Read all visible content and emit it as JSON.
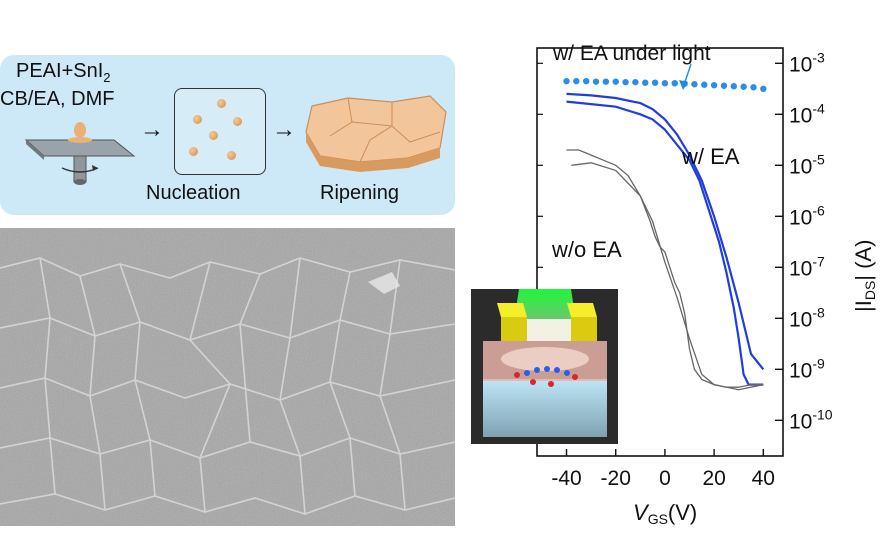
{
  "schematic": {
    "precursor_label": "PEAI+SnI",
    "precursor_subscript": "2",
    "solvent_label": "CB/EA, DMF",
    "nucleation_label": "Nucleation",
    "ripening_label": "Ripening",
    "arrow_glyph": "→"
  },
  "colors": {
    "with_ea": "#1f3de0",
    "light": "#2b8de8",
    "without_ea": "#666666",
    "schematic_bg": "#cde8f6"
  },
  "chart_data": {
    "type": "line",
    "xlabel_main": "V",
    "xlabel_sub": "GS",
    "xlabel_unit": "(V)",
    "ylabel_main": "|I",
    "ylabel_sub": "DS",
    "ylabel_unit": "| (A)",
    "x_ticks": [
      -40,
      -20,
      0,
      20,
      40
    ],
    "y_ticks": [
      {
        "base": "10",
        "exp": "-3",
        "value": -3
      },
      {
        "base": "10",
        "exp": "-4",
        "value": -4
      },
      {
        "base": "10",
        "exp": "-5",
        "value": -5
      },
      {
        "base": "10",
        "exp": "-6",
        "value": -6
      },
      {
        "base": "10",
        "exp": "-7",
        "value": -7
      },
      {
        "base": "10",
        "exp": "-8",
        "value": -8
      },
      {
        "base": "10",
        "exp": "-9",
        "value": -9
      },
      {
        "base": "10",
        "exp": "-10",
        "value": -10
      }
    ],
    "xlim": [
      -52,
      48
    ],
    "ylim_log10": [
      -10.7,
      -2.7
    ],
    "y_axis_side": "right",
    "y_scale": "log",
    "series": [
      {
        "name": "w/ EA under light",
        "style": "dots",
        "x": [
          -40,
          -36,
          -32,
          -28,
          -24,
          -20,
          -16,
          -12,
          -8,
          -4,
          0,
          4,
          8,
          12,
          16,
          20,
          24,
          28,
          32,
          36,
          40
        ],
        "log10_y": [
          -3.35,
          -3.35,
          -3.35,
          -3.36,
          -3.36,
          -3.36,
          -3.37,
          -3.37,
          -3.38,
          -3.38,
          -3.39,
          -3.39,
          -3.4,
          -3.41,
          -3.42,
          -3.43,
          -3.44,
          -3.45,
          -3.46,
          -3.47,
          -3.5
        ]
      },
      {
        "name": "w/ EA",
        "style": "line",
        "forward": {
          "x": [
            -40,
            -30,
            -20,
            -10,
            -5,
            0,
            5,
            10,
            15,
            20,
            25,
            30,
            35,
            40
          ],
          "log10_y": [
            -3.6,
            -3.63,
            -3.68,
            -3.78,
            -3.9,
            -4.1,
            -4.4,
            -4.8,
            -5.3,
            -6.0,
            -6.8,
            -7.7,
            -8.7,
            -9.0
          ]
        },
        "reverse": {
          "x": [
            40,
            36,
            34,
            32,
            30,
            28,
            25,
            22,
            18,
            14,
            10,
            5,
            0,
            -5,
            -10,
            -20,
            -30,
            -40
          ],
          "log10_y": [
            -9.3,
            -9.3,
            -9.3,
            -9.1,
            -8.4,
            -7.8,
            -7.1,
            -6.5,
            -5.9,
            -5.3,
            -4.9,
            -4.6,
            -4.3,
            -4.1,
            -4.0,
            -3.85,
            -3.8,
            -3.75
          ]
        }
      },
      {
        "name": "w/o EA",
        "style": "line",
        "forward": {
          "x": [
            -40,
            -35,
            -30,
            -25,
            -20,
            -15,
            -10,
            -5,
            0,
            5,
            10,
            15,
            20,
            25,
            30,
            35,
            40
          ],
          "log10_y": [
            -4.7,
            -4.7,
            -4.8,
            -4.9,
            -5.0,
            -5.2,
            -5.6,
            -6.1,
            -6.9,
            -7.6,
            -8.4,
            -9.1,
            -9.3,
            -9.35,
            -9.35,
            -9.3,
            -9.3
          ]
        },
        "reverse": {
          "x": [
            40,
            30,
            20,
            15,
            12,
            10,
            8,
            6,
            4,
            2,
            0,
            -2,
            -4,
            -6,
            -10,
            -20,
            -30,
            -38
          ],
          "log10_y": [
            -9.3,
            -9.4,
            -9.3,
            -9.2,
            -9.0,
            -8.6,
            -7.9,
            -7.5,
            -7.3,
            -7.0,
            -6.7,
            -6.6,
            -6.4,
            -6.1,
            -5.6,
            -5.1,
            -4.95,
            -5.0
          ]
        }
      }
    ],
    "annotations": [
      {
        "text": "w/ EA under light",
        "color": "#1a8fe6"
      },
      {
        "text": "w/ EA",
        "color": "#1f3de0"
      },
      {
        "text": "w/o EA",
        "color": "#111111"
      }
    ]
  }
}
